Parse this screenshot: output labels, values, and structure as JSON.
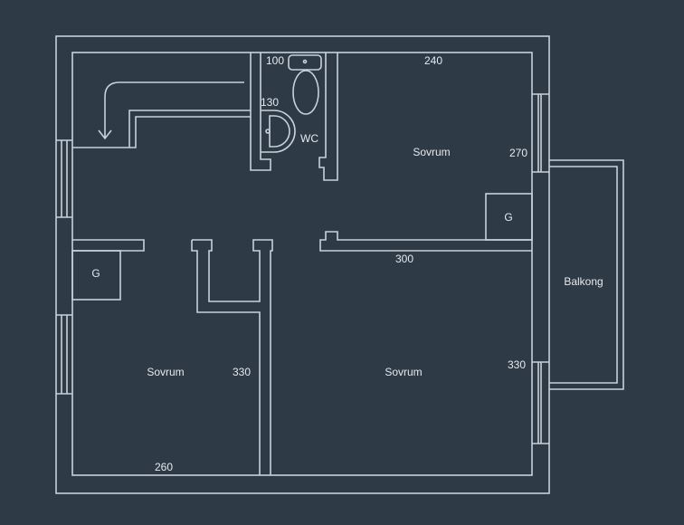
{
  "colors": {
    "background": "#2e3a46",
    "lines": "#c9d1d9",
    "text": "#e6eaee"
  },
  "rooms": {
    "wc": {
      "label": "WC",
      "dim_top": "100",
      "dim_sink": "130"
    },
    "bedroom_top_right": {
      "label": "Sovrum",
      "width": "240",
      "depth": "270",
      "closet": "G"
    },
    "bedroom_bottom_right": {
      "label": "Sovrum",
      "width": "300",
      "depth": "330"
    },
    "bedroom_bottom_left": {
      "label": "Sovrum",
      "width": "260",
      "depth": "330",
      "closet": "G"
    },
    "balcony": {
      "label": "Balkong"
    }
  }
}
